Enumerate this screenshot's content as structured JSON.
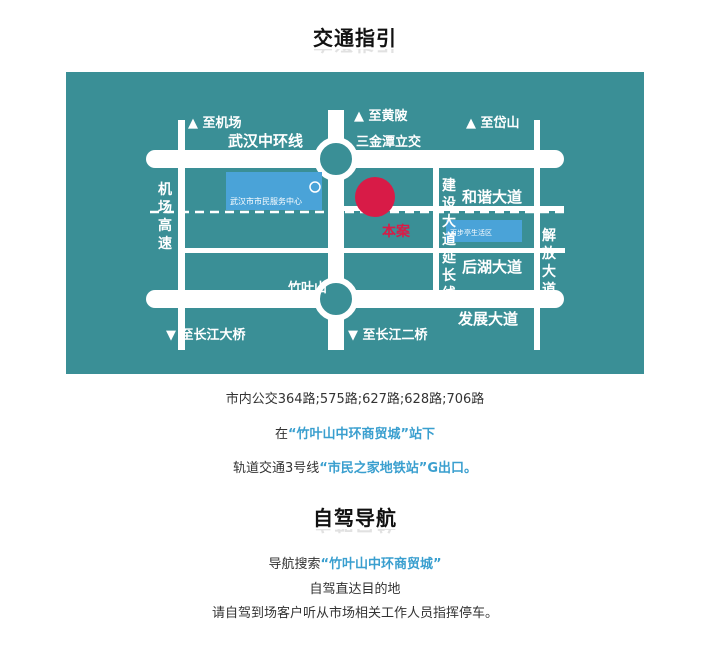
{
  "section1": {
    "title": "交通指引"
  },
  "map": {
    "labels": {
      "airport": "▲ 至机场",
      "huangpi": "▲ 至黄陂",
      "daishan": "▲ 至岱山",
      "ring_road": "武汉中环线",
      "sanjintan": "三金潭立交",
      "airport_highway": [
        "机",
        "场",
        "高",
        "速"
      ],
      "citizen_center": "武汉市市民服务中心",
      "venue": "本案",
      "jianshe": [
        "建",
        "设",
        "大",
        "道",
        "延",
        "长",
        "线"
      ],
      "hexie": "和谐大道",
      "baibu": "百步亭生活区",
      "jiefang": [
        "解",
        "放",
        "大",
        "道"
      ],
      "houhu": "后湖大道",
      "zhuyeshan": "竹叶山",
      "changjiang_bridge": "▼ 至长江大桥",
      "changjiang_2": "▼ 至长江二桥",
      "fazhan": "发展大道"
    },
    "colors": {
      "background": "#3a8f96",
      "road": "#ffffff",
      "venue": "#d81b47",
      "center_box": "#4aa3d8"
    }
  },
  "transit": {
    "bus": "市内公交364路;575路;627路;628路;706路",
    "stop_prefix": "在",
    "stop_name": "“竹叶山中环商贸城”",
    "stop_suffix": "站下",
    "metro_prefix": "轨道交通3号线",
    "metro_name": "“市民之家地铁站”",
    "metro_suffix": "G出口。"
  },
  "section2": {
    "title": "自驾导航"
  },
  "drive": {
    "nav_prefix": "导航搜索",
    "nav_name": "“竹叶山中环商贸城”",
    "line2": "自驾直达目的地",
    "line3": "请自驾到场客户听从市场相关工作人员指挥停车。"
  }
}
